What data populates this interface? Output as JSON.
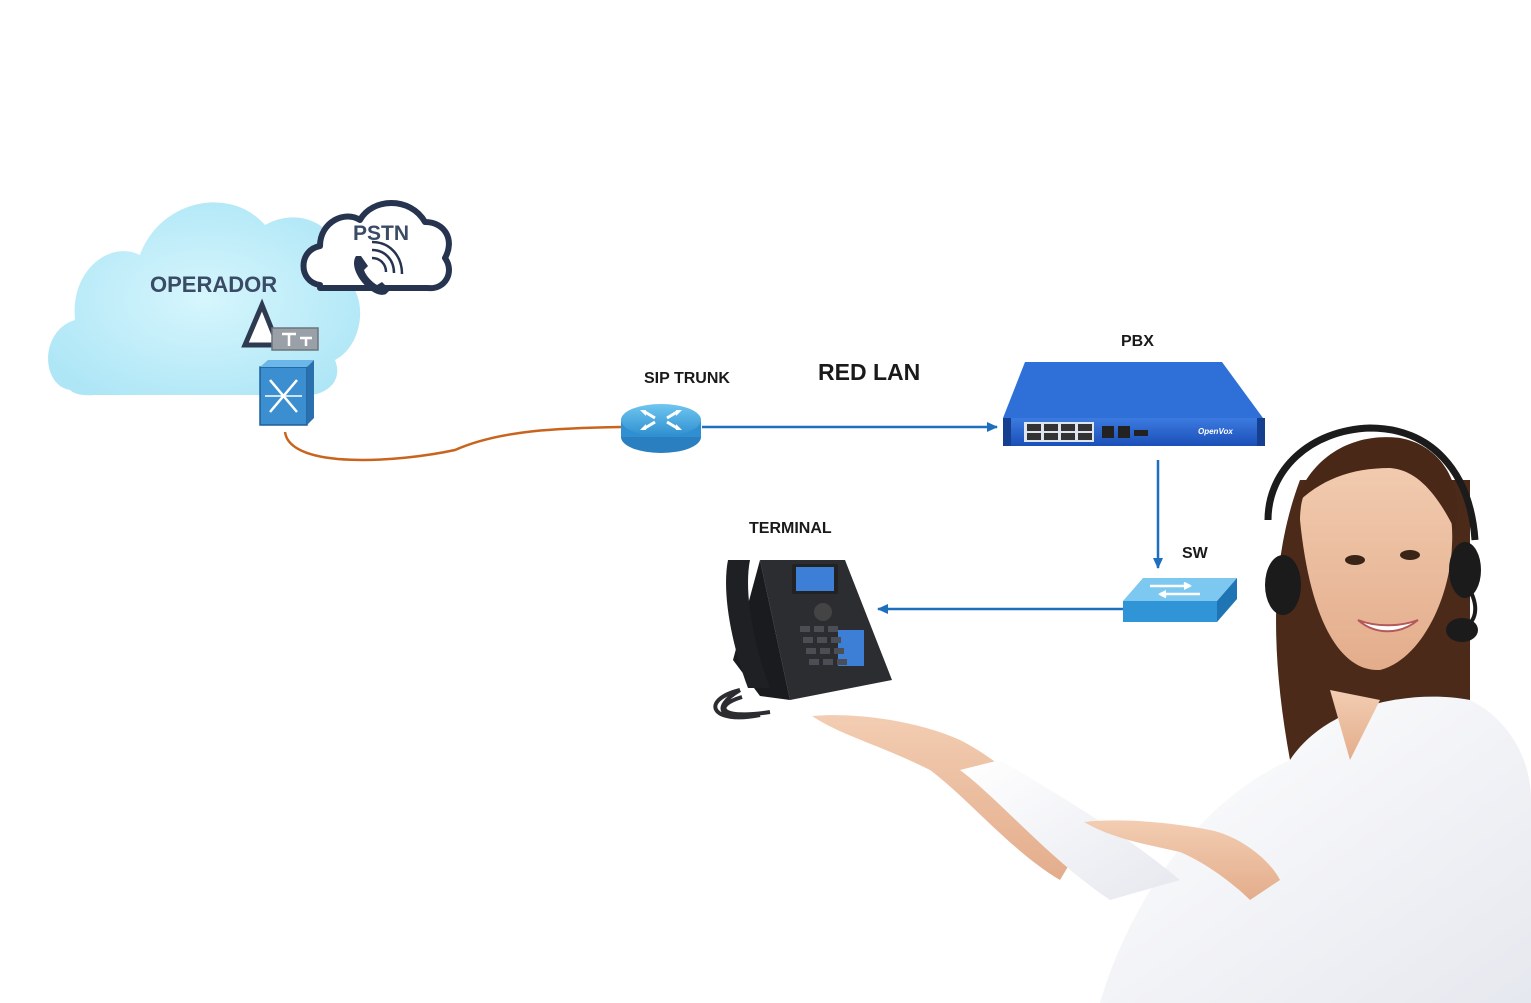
{
  "labels": {
    "operador": "OPERADOR",
    "pstn": "PSTN",
    "sip_trunk": "SIP TRUNK",
    "red_lan": "RED LAN",
    "pbx": "PBX",
    "sw": "SW",
    "terminal": "TERMINAL"
  },
  "devices": {
    "pbx_brand": "OpenVox"
  },
  "colors": {
    "cloud": "#bfeefa",
    "pstn_outline": "#27344f",
    "link_blue": "#1f6fbf",
    "link_orange": "#c8641e",
    "router_blue": "#3b9fd8",
    "switch_blue": "#3aa6df",
    "pbx_blue": "#1e57c8"
  }
}
